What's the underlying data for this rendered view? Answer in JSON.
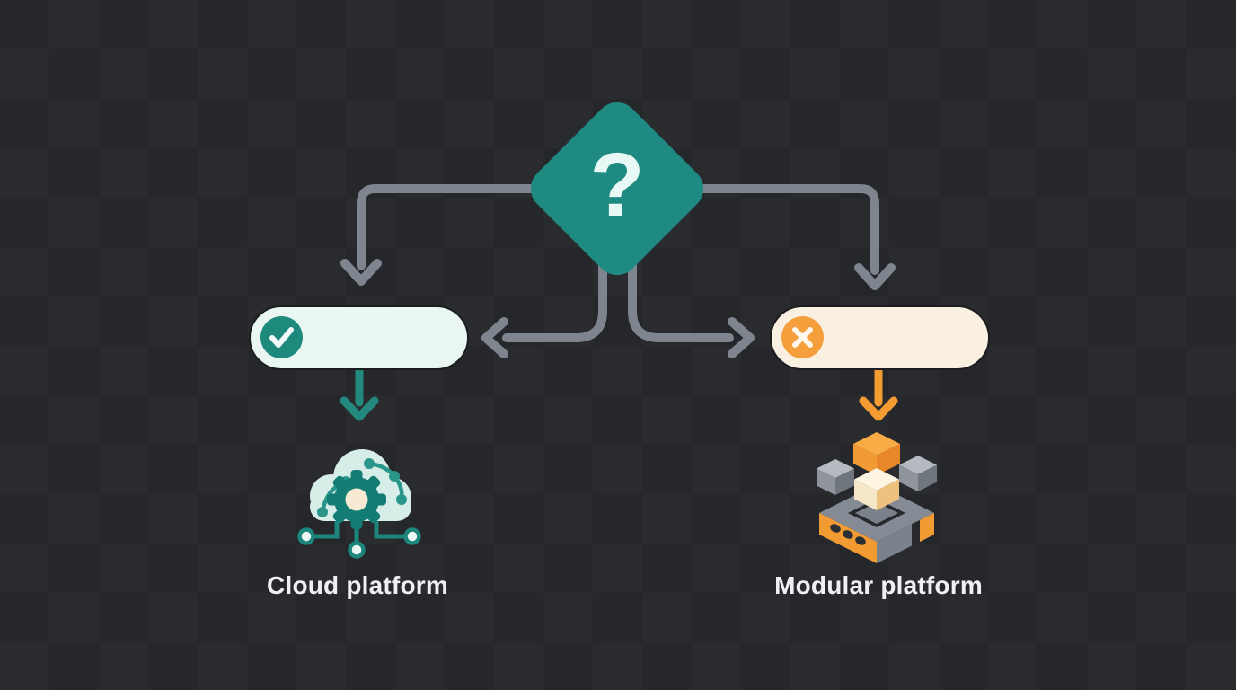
{
  "diagram": {
    "background_color": "#26282b",
    "connector_color": "#7f858e",
    "decision": {
      "symbol": "?",
      "shape": "diamond",
      "fill_color": "#1f8a82",
      "symbol_color": "#e8f8f5"
    },
    "left_branch": {
      "badge_icon": "check-icon",
      "badge_color": "#1e8a7e",
      "pill_color": "#eaf6f2",
      "arrow_color": "#23897e",
      "result_icon": "cloud-gear-icon",
      "label": "Cloud platform"
    },
    "right_branch": {
      "badge_icon": "x-icon",
      "badge_color": "#f59e3c",
      "pill_color": "#f9f0e1",
      "arrow_color": "#f49b31",
      "result_icon": "modular-cubes-icon",
      "label": "Modular platform"
    },
    "label_color": "#eef0f1"
  }
}
